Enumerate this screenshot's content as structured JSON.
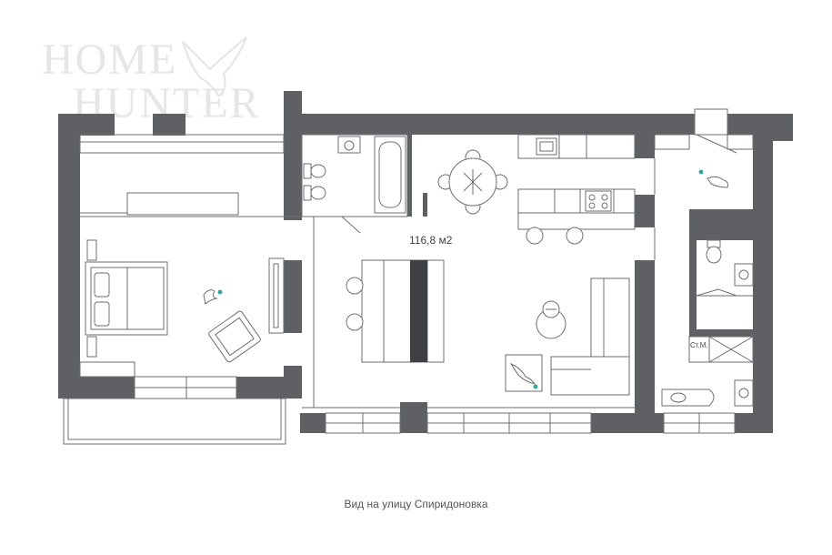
{
  "logo": {
    "line1": "HOME",
    "line2": "HUNTER"
  },
  "plan": {
    "total_area": "116,8 м2",
    "closet_label": "Ст.М.",
    "street_caption": "Вид на улицу Спиридоновка"
  },
  "colors": {
    "wall": "#5f6063",
    "line": "#6d6e71",
    "accent": "#2aa6a0",
    "background": "#ffffff"
  },
  "icons": [
    "bird-sculpture-icon",
    "toilet-icon",
    "bathtub-icon",
    "sink-icon",
    "stove-icon",
    "armchair-icon",
    "bed-icon",
    "sofa-icon",
    "dining-table-icon",
    "washer-icon"
  ]
}
